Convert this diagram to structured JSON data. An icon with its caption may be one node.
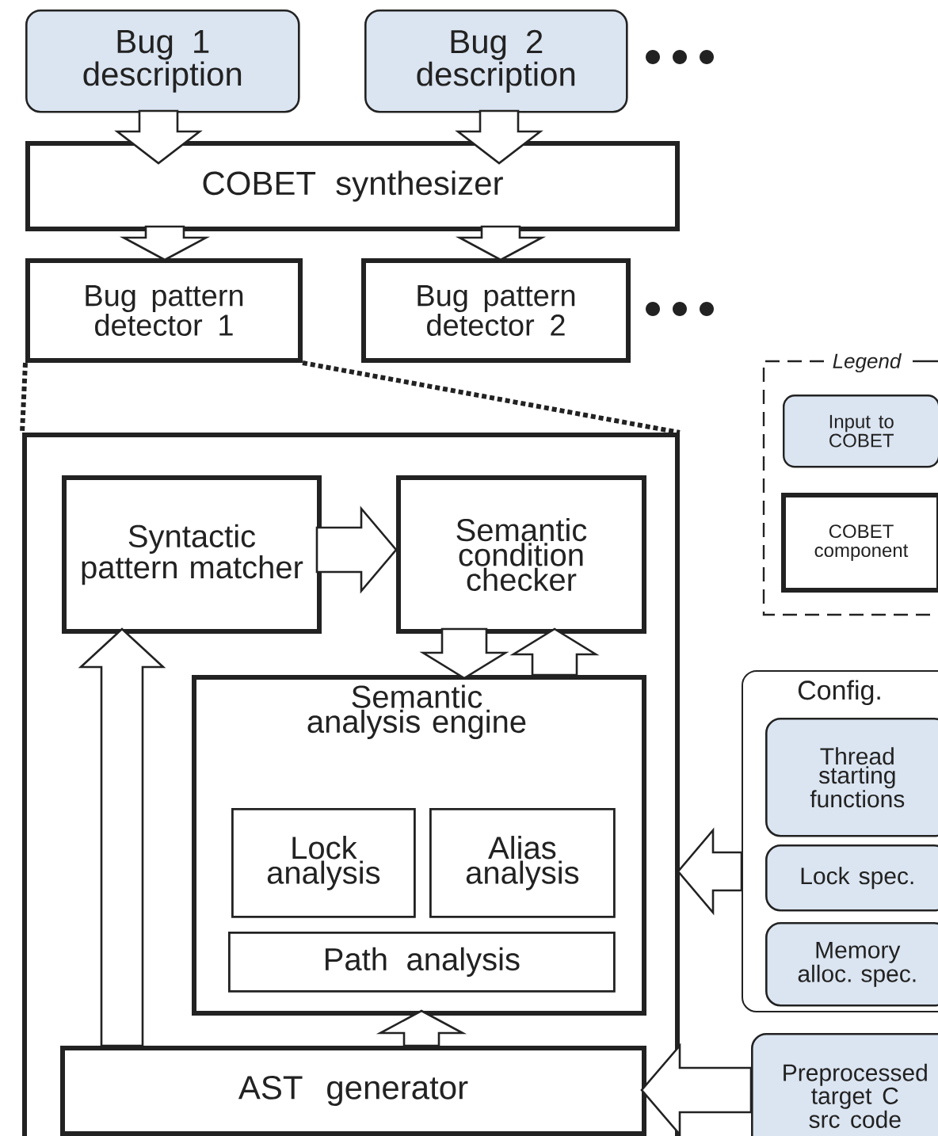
{
  "diagram": {
    "nodes": [
      {
        "text": [
          "Bug 1 description"
        ]
      },
      {
        "text": [
          "Bug 2 description"
        ]
      },
      {
        "text": [
          "COBET synthesizer"
        ]
      },
      {
        "text": [
          "Bug pattern detector 1"
        ]
      },
      {
        "text": [
          "Bug pattern detector 2"
        ]
      },
      {
        "text": [],
        "shape": "box"
      },
      {
        "text": [
          "Syntactic pattern matcher"
        ],
        "in": 5
      },
      {
        "text": [
          "Semantic condition checker"
        ],
        "in": 5
      },
      {
        "text": [
          "Semantic analysis engine"
        ],
        "in": 5
      },
      {
        "text": [
          "Lock analysis"
        ],
        "in": 8
      },
      {
        "text": [
          "Alias analysis"
        ],
        "in": 8
      },
      {
        "text": [
          "Path analysis"
        ],
        "in": 8
      },
      {
        "text": [
          "AST generator"
        ],
        "in": 5
      },
      {
        "text": [
          "Config."
        ]
      },
      {
        "text": [
          "Thread starting functions"
        ],
        "in": 13
      },
      {
        "text": [
          "Lock spec."
        ],
        "in": 13
      },
      {
        "text": [
          "Memory alloc. spec."
        ],
        "in": 13
      },
      {
        "text": [
          "Preprocessed target C src code"
        ]
      }
    ],
    "edges": [
      {
        "from": 0,
        "to": 2,
        "arrow": "to"
      },
      {
        "from": 1,
        "to": 2,
        "arrow": "to"
      },
      {
        "from": 2,
        "to": 3,
        "arrow": "to"
      },
      {
        "from": 2,
        "to": 4,
        "arrow": "to"
      },
      {
        "from": 6,
        "to": 7,
        "arrow": "to"
      },
      {
        "from": 7,
        "to": 8,
        "arrow": "to"
      },
      {
        "from": 8,
        "to": 7,
        "arrow": "to"
      },
      {
        "from": 12,
        "to": 6,
        "arrow": "to"
      },
      {
        "from": 12,
        "to": 8,
        "arrow": "to"
      },
      {
        "from": 13,
        "to": 5,
        "arrow": "to"
      },
      {
        "from": 17,
        "to": 12,
        "arrow": "to"
      },
      {
        "from": 3,
        "to": 5,
        "arrow": "none",
        "style": "dashed"
      },
      {
        "from": 3,
        "to": 5,
        "arrow": "none",
        "style": "dashed"
      }
    ],
    "labels": [
      "Legend"
    ],
    "legend": [
      {
        "text": "Input to COBET",
        "color": "#dbe5f1"
      },
      {
        "text": "COBET component"
      }
    ]
  }
}
